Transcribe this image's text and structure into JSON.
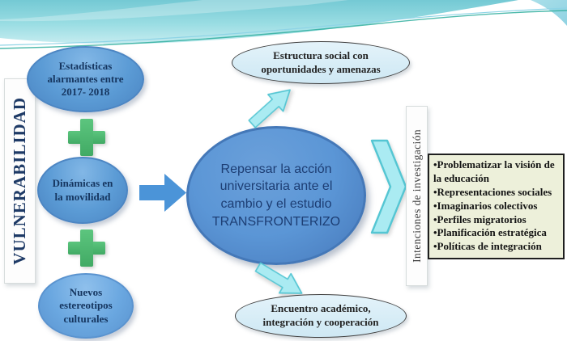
{
  "left_panel": {
    "title": "VULNERABILIDAD",
    "factors": [
      {
        "text": "Estadísticas alarmantes entre 2017- 2018"
      },
      {
        "text": "Dinámicas en la movilidad"
      },
      {
        "text": "Nuevos estereotipos culturales"
      }
    ]
  },
  "central": {
    "lines": [
      "Repensar la acción",
      "universitaria ante el",
      "cambio y el estudio",
      "TRANSFRONTERIZO"
    ]
  },
  "outcomes": {
    "top": "Estructura social con oportunidades y amenazas",
    "bottom": "Encuentro académico, integración y cooperación"
  },
  "intentions": {
    "label": "Intenciones de investigación",
    "items": [
      "•Problematizar la visión de la educación",
      "•Representaciones sociales",
      "•Imaginarios colectivos",
      "•Perfiles migratorios",
      "•Planificación estratégica",
      "•Políticas de integración"
    ]
  },
  "colors": {
    "factor_ellipse_blue": "#5b9bd5",
    "central_ellipse_blue": "#5b96d6",
    "outcome_ellipse_light": "#d6ecf6",
    "plus_green": "#4bb86d",
    "arrow_blue": "#4b94d8",
    "arrow_cyan_fill": "#aaebf2",
    "arrow_cyan_stroke": "#55c6d3",
    "bullet_box_bg": "#edf0da",
    "wave_teal": "#84d2da",
    "dark_navy_text": "#1e3a66"
  }
}
